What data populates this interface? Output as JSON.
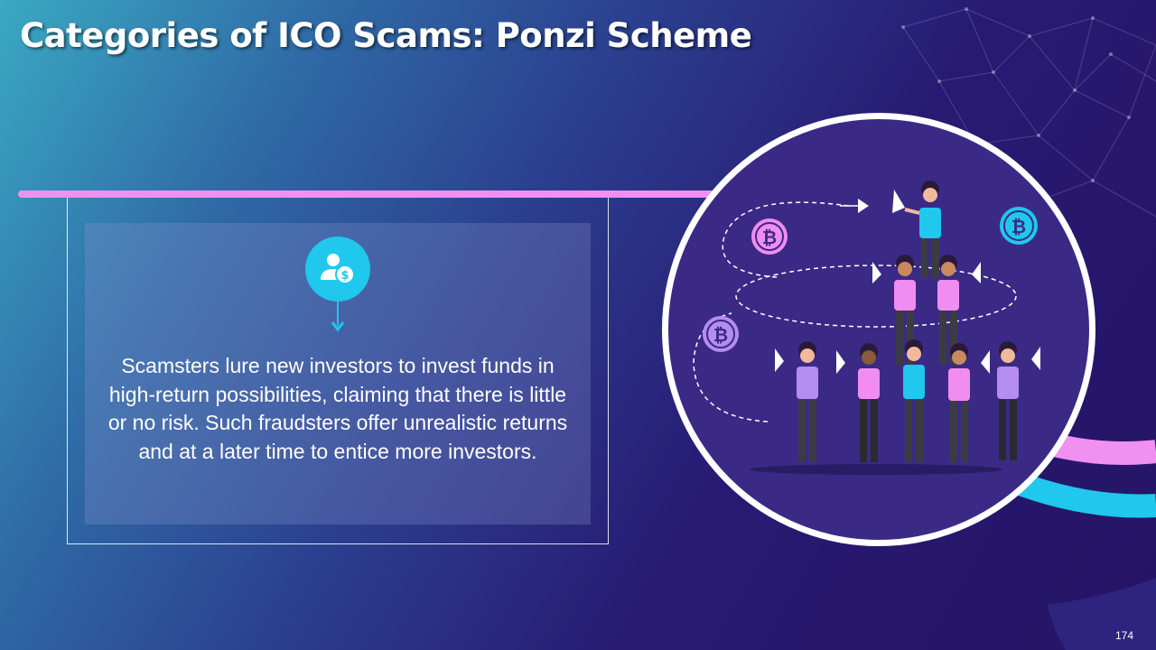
{
  "slide": {
    "title": "Categories of ICO Scams: Ponzi Scheme",
    "description": "Scamsters lure new investors to invest funds in high-return possibilities, claiming that there is little or no risk. Such fraudsters offer unrealistic returns and at a later time to entice more investors.",
    "page_number": "174"
  },
  "icons": {
    "header_icon": "investor-dollar-icon",
    "arrow": "arrow-down-icon",
    "coin": "bitcoin-icon"
  },
  "colors": {
    "accent_pink": "#f090f0",
    "accent_cyan": "#1fc8ec",
    "circle_fill": "#3a2a86"
  }
}
